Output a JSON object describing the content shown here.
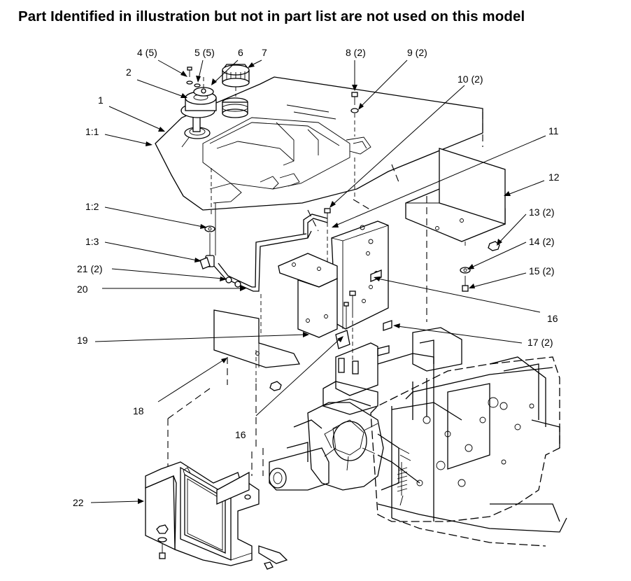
{
  "title": "Part Identified in illustration but not in part list are not used on this model",
  "callouts": {
    "c1": "1",
    "c1_1": "1:1",
    "c1_2": "1:2",
    "c1_3": "1:3",
    "c2": "2",
    "c4": "4 (5)",
    "c5": "5 (5)",
    "c6": "6",
    "c7": "7",
    "c8": "8 (2)",
    "c9": "9 (2)",
    "c10": "10 (2)",
    "c11": "11",
    "c12": "12",
    "c13": "13 (2)",
    "c14": "14 (2)",
    "c15": "15 (2)",
    "c16a": "16",
    "c16b": "16",
    "c17": "17 (2)",
    "c18": "18",
    "c19": "19",
    "c20": "20",
    "c21": "21 (2)",
    "c22": "22"
  }
}
